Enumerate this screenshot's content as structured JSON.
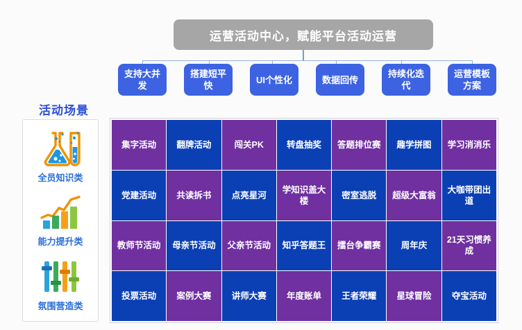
{
  "header": {
    "banner_title": "运营活动中心，赋能平台活动运营",
    "banner_color": "#a6a6a6"
  },
  "features": {
    "accent_color": "#3d63e2",
    "items": [
      {
        "label": "支持大并发"
      },
      {
        "label": "搭建短平快"
      },
      {
        "label": "UI个性化"
      },
      {
        "label": "数据回传"
      },
      {
        "label": "持续化迭代"
      },
      {
        "label": "运营模板方案"
      }
    ]
  },
  "sidebar": {
    "title": "活动场景",
    "title_color": "#2b4fd8",
    "items": [
      {
        "label": "全员知识类",
        "icon": "flask-test-tube-icon"
      },
      {
        "label": "能力提升类",
        "icon": "bar-chart-growth-icon"
      },
      {
        "label": "氛围营造类",
        "icon": "sliders-equalizer-icon"
      }
    ]
  },
  "matrix": {
    "purple_color": "#7030a0",
    "blue_color": "#0b40b5",
    "rows": [
      [
        {
          "label": "集字活动",
          "color": "purple"
        },
        {
          "label": "翻牌活动",
          "color": "blue"
        },
        {
          "label": "闯关PK",
          "color": "purple"
        },
        {
          "label": "转盘抽奖",
          "color": "blue"
        },
        {
          "label": "答题排位赛",
          "color": "purple"
        },
        {
          "label": "趣学拼图",
          "color": "blue"
        },
        {
          "label": "学习消消乐",
          "color": "purple"
        }
      ],
      [
        {
          "label": "党建活动",
          "color": "blue"
        },
        {
          "label": "共读拆书",
          "color": "purple"
        },
        {
          "label": "点亮星河",
          "color": "blue"
        },
        {
          "label": "学知识盖大楼",
          "color": "purple"
        },
        {
          "label": "密室逃脱",
          "color": "blue"
        },
        {
          "label": "超级大富翁",
          "color": "purple"
        },
        {
          "label": "大咖带团出道",
          "color": "blue"
        }
      ],
      [
        {
          "label": "教师节活动",
          "color": "purple"
        },
        {
          "label": "母亲节活动",
          "color": "blue"
        },
        {
          "label": "父亲节活动",
          "color": "purple"
        },
        {
          "label": "知乎答题王",
          "color": "blue"
        },
        {
          "label": "擂台争霸赛",
          "color": "purple"
        },
        {
          "label": "周年庆",
          "color": "blue"
        },
        {
          "label": "21天习惯养成",
          "color": "purple"
        }
      ],
      [
        {
          "label": "投票活动",
          "color": "blue"
        },
        {
          "label": "案例大赛",
          "color": "purple"
        },
        {
          "label": "讲师大赛",
          "color": "blue"
        },
        {
          "label": "年度账单",
          "color": "purple"
        },
        {
          "label": "王者荣耀",
          "color": "blue"
        },
        {
          "label": "星球冒险",
          "color": "purple"
        },
        {
          "label": "夺宝活动",
          "color": "blue"
        }
      ]
    ]
  }
}
